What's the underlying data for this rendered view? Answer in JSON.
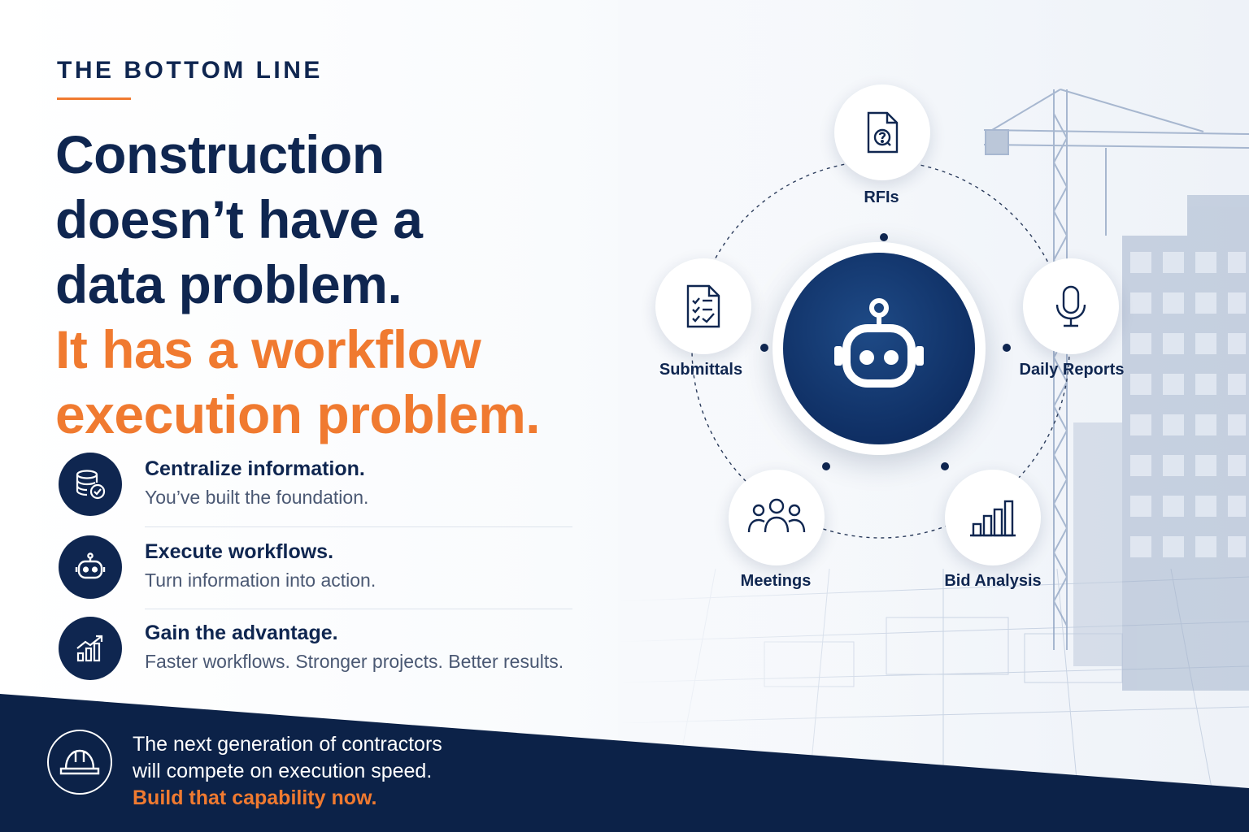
{
  "eyebrow": "THE BOTTOM LINE",
  "headline": {
    "line1": "Construction",
    "line2": "doesn’t have a",
    "line3": "data problem.",
    "accent_line1": "It has a workflow",
    "accent_line2": "execution problem."
  },
  "features": [
    {
      "title": "Centralize information.",
      "description": "You’ve built the foundation.",
      "icon": "database-check-icon"
    },
    {
      "title": "Execute workflows.",
      "description": "Turn information into action.",
      "icon": "robot-icon"
    },
    {
      "title": "Gain the advantage.",
      "description": "Faster workflows. Stronger projects. Better results.",
      "icon": "growth-chart-icon"
    }
  ],
  "hub": {
    "icon": "robot-icon"
  },
  "nodes": [
    {
      "label": "RFIs",
      "icon": "document-question-icon"
    },
    {
      "label": "Daily Reports",
      "icon": "microphone-icon"
    },
    {
      "label": "Bid Analysis",
      "icon": "bar-chart-icon"
    },
    {
      "label": "Meetings",
      "icon": "people-icon"
    },
    {
      "label": "Submittals",
      "icon": "checklist-icon"
    }
  ],
  "banner": {
    "line1": "The next generation of contractors",
    "line2": "will compete on execution speed.",
    "accent": "Build that capability now.",
    "icon": "hard-hat-icon"
  },
  "colors": {
    "navy": "#0f2650",
    "orange": "#f07a30",
    "muted_text": "#4a5873",
    "background": "#f7f9fc"
  }
}
